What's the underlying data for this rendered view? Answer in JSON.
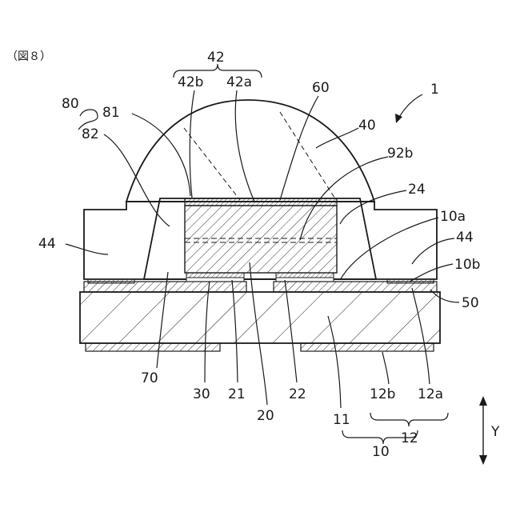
{
  "figure": {
    "caption": "（図８）",
    "labels": {
      "l42": "42",
      "l42b": "42b",
      "l42a": "42a",
      "l60": "60",
      "l1": "1",
      "l80": "80",
      "l81": "81",
      "l82": "82",
      "l40": "40",
      "l92b": "92b",
      "l24": "24",
      "l10a": "10a",
      "l44left": "44",
      "l44right": "44",
      "l10b": "10b",
      "l50": "50",
      "l70": "70",
      "l30": "30",
      "l21": "21",
      "l20": "20",
      "l22": "22",
      "l11": "11",
      "l12b": "12b",
      "l12a": "12a",
      "l12": "12",
      "l10": "10",
      "lY": "Y"
    }
  }
}
